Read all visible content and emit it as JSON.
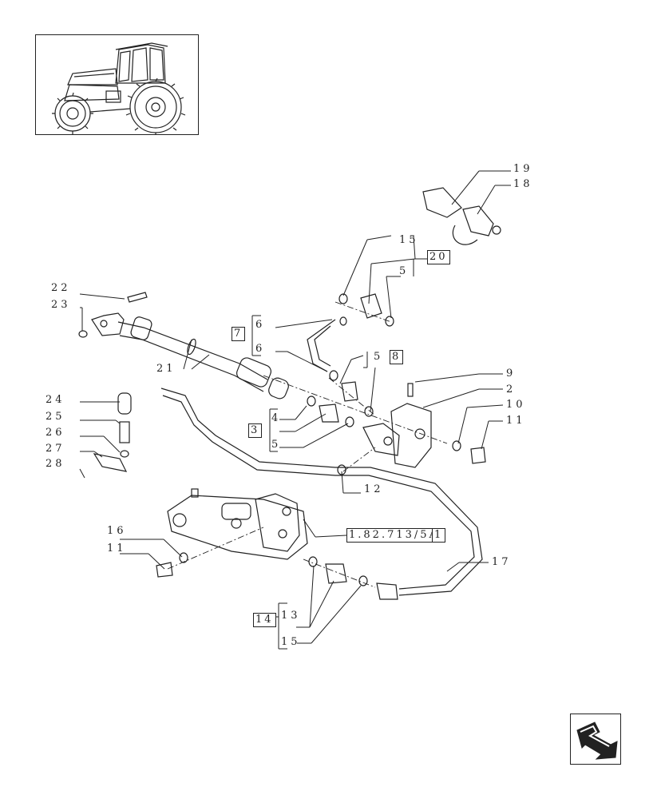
{
  "thumbnail": {
    "icon": "tractor-icon"
  },
  "labels": {
    "l19": "19",
    "l18": "18",
    "l15a": "15",
    "l20": "20",
    "l5a": "5",
    "l22": "22",
    "l23": "23",
    "l7": "7",
    "l6a": "6",
    "l6b": "6",
    "l5b": "5",
    "l8": "8",
    "l9": "9",
    "l2": "2",
    "l10": "10",
    "l11a": "11",
    "l21": "21",
    "l24": "24",
    "l25": "25",
    "l26": "26",
    "l27": "27",
    "l28": "28",
    "l4": "4",
    "l3": "3",
    "l5c": "5",
    "l12": "12",
    "l16": "16",
    "l11b": "11",
    "lref": "1.82.713/5A",
    "l1": "1",
    "l17": "17",
    "l13": "13",
    "l14": "14",
    "l15b": "15"
  },
  "nav": {
    "icon": "next-page-arrow-icon"
  }
}
